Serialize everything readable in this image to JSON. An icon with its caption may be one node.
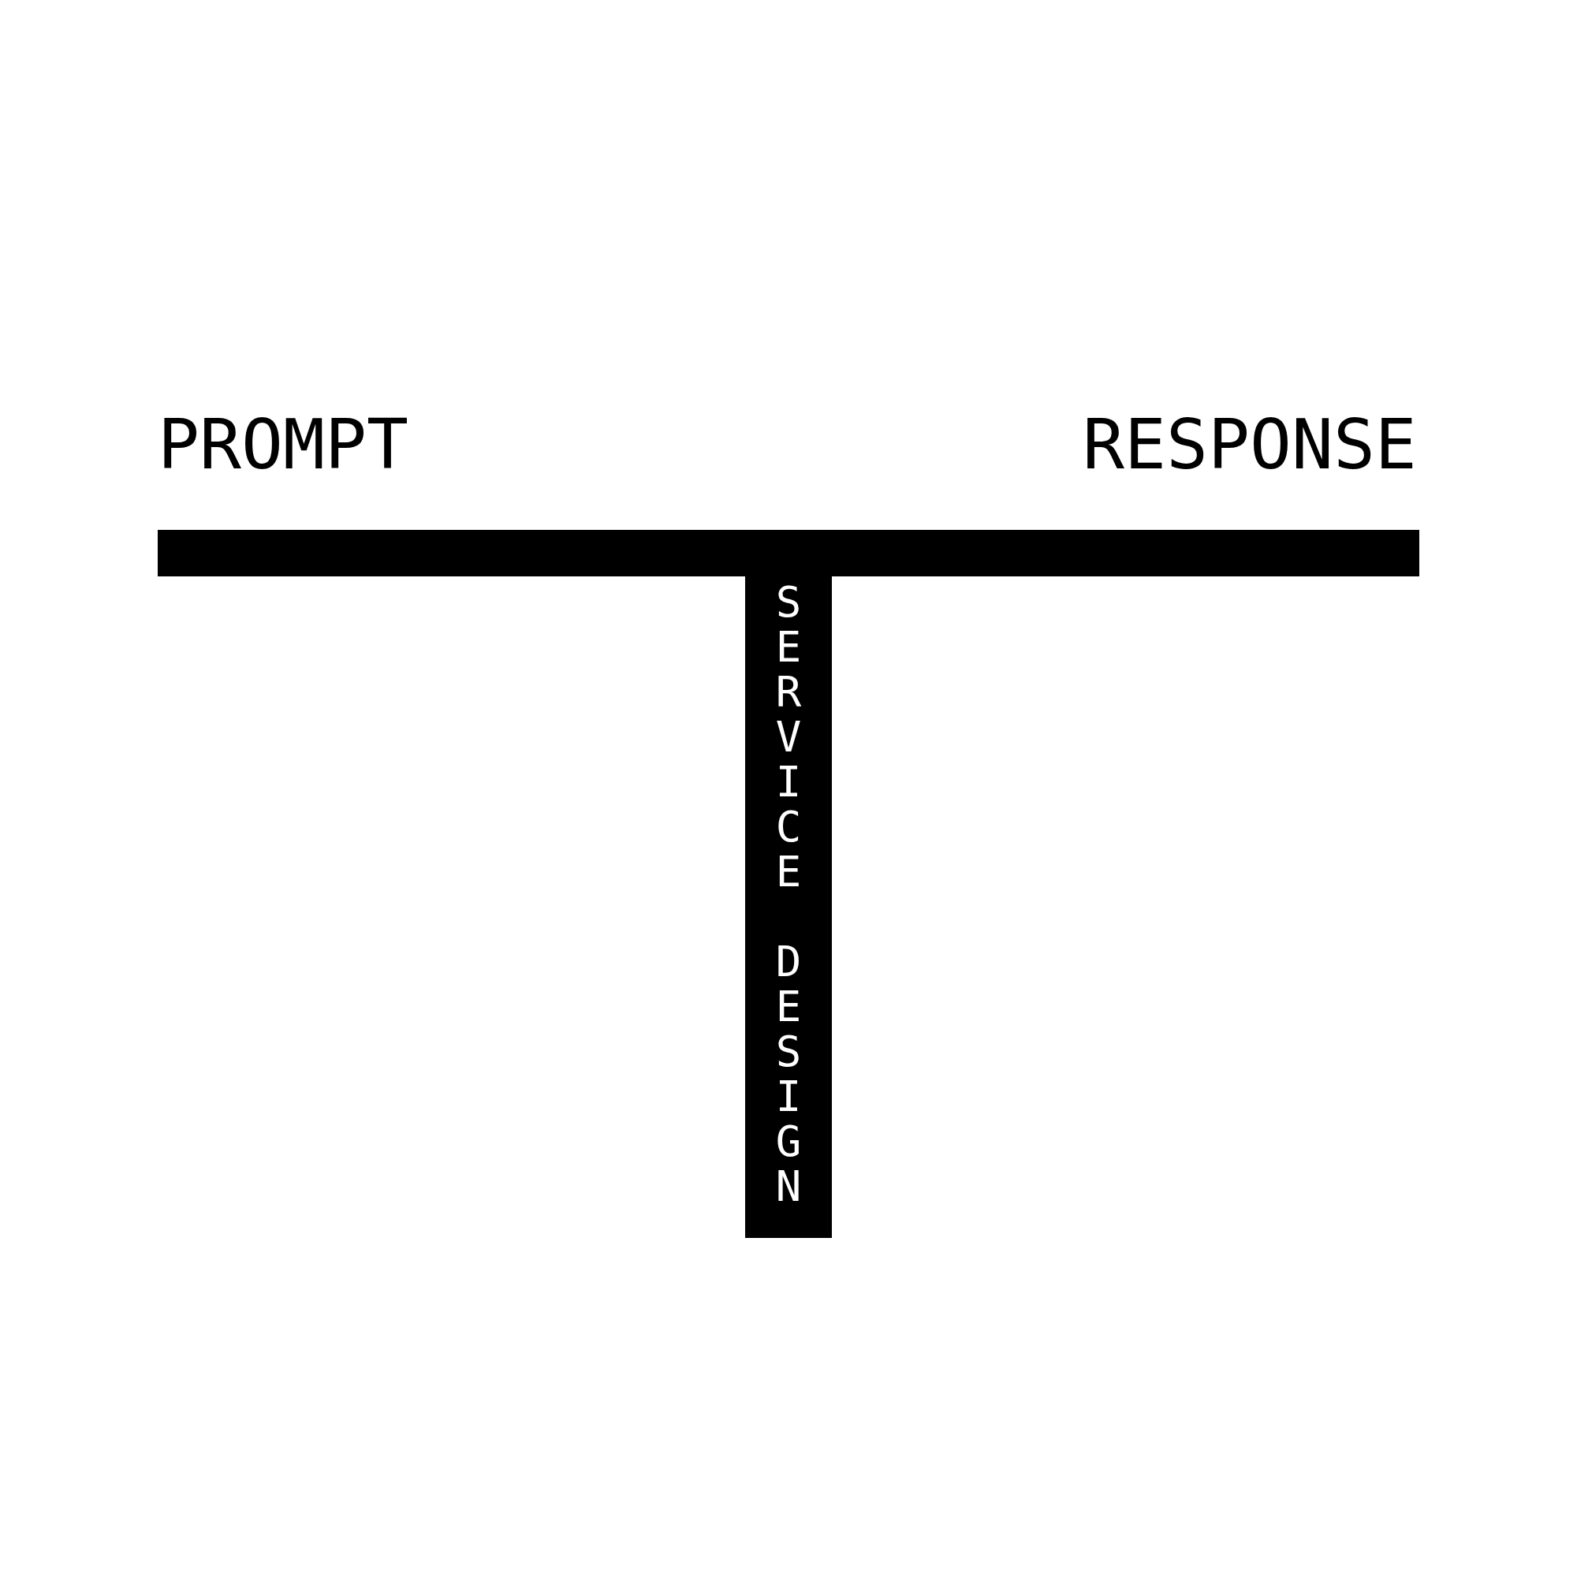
{
  "diagram": {
    "nodes": [
      {
        "text": [],
        "shape": "bar"
      },
      {
        "text": [
          "SERVICE DESIGN"
        ]
      }
    ],
    "labels": [
      "PROMPT",
      "RESPONSE"
    ]
  }
}
